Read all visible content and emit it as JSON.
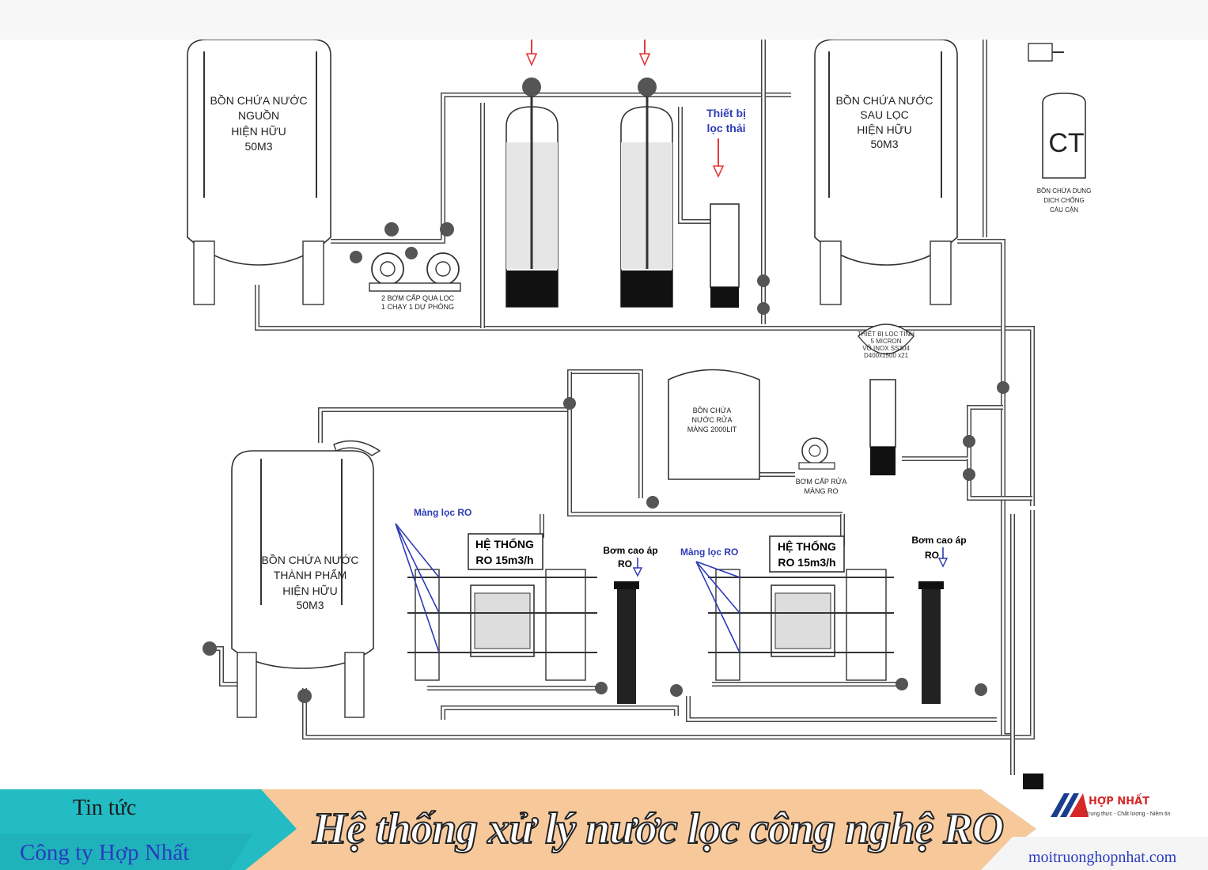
{
  "tanks": {
    "source": [
      "BỒN CHỨA NƯỚC",
      "NGUỒN",
      "HIỆN HỮU",
      "50M3"
    ],
    "filtered": [
      "BỒN CHỨA NƯỚC",
      "SAU LỌC",
      "HIỆN HỮU",
      "50M3"
    ],
    "product": [
      "BỒN CHỨA NƯỚC",
      "THÀNH PHẨM",
      "HIỆN HỮU",
      "50M3"
    ],
    "rinse": [
      "BỒN CHỨA",
      "NƯỚC RỬA",
      "MÀNG 2000LIT"
    ],
    "chemical_letters": "CT",
    "chemical": [
      "BỒN CHỨA DUNG",
      "DỊCH CHỐNG",
      "CÁU CẶN"
    ]
  },
  "pumps": {
    "feed": [
      "2 BƠM CẤP QUA LỌC",
      "1 CHẠY 1 DỰ PHÒNG"
    ],
    "rinse": [
      "BƠM CẤP RỬA",
      "MÀNG RO"
    ]
  },
  "annotations": {
    "waste_device": [
      "Thiết bị",
      "lọc thải"
    ],
    "membrane_1": "Màng lọc RO",
    "membrane_2": "Màng lọc RO",
    "pump_1": [
      "Bơm cao áp",
      "RO"
    ],
    "pump_2": [
      "Bơm cao áp",
      "RO"
    ],
    "ro_system_1": [
      "HỆ THỐNG",
      "RO 15m3/h"
    ],
    "ro_system_2": [
      "HỆ THỐNG",
      "RO 15m3/h"
    ],
    "micron_filter": [
      "THIẾT BỊ LỌC TINH",
      "5 MICRON",
      "VỎ INOX SS304",
      "D400x1500 x21"
    ]
  },
  "banner": {
    "left_top": "Tin tức",
    "left_bottom": "Công ty Hợp Nhất",
    "title": "Hệ thống xử lý nước lọc công nghệ RO",
    "logo_name": "HỢP NHẤT",
    "logo_tagline": "Trung thực - Chất lượng - Niềm tin",
    "website": "moitruonghopnhat.com"
  },
  "colors": {
    "banner_teal": "#23bcc4",
    "banner_peach": "#f7c89a",
    "annotation_blue": "#2e3bb6",
    "arrow_red": "#e23a3a",
    "logo_red": "#d62828"
  }
}
